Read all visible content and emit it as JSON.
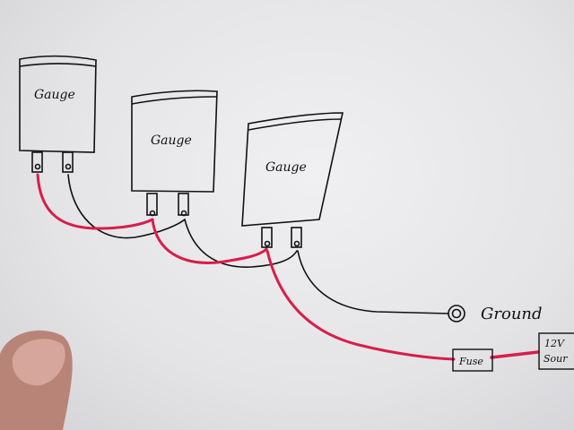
{
  "gauges": [
    {
      "label": "Gauge"
    },
    {
      "label": "Gauge"
    },
    {
      "label": "Gauge"
    }
  ],
  "ground": {
    "label": "Ground"
  },
  "fuse": {
    "label": "Fuse"
  },
  "source": {
    "line1": "12V",
    "line2": "Sour"
  },
  "colors": {
    "power_wire": "#d81e4a",
    "ground_wire": "#111111",
    "paper": "#ececee",
    "skin": "#c9968a"
  }
}
